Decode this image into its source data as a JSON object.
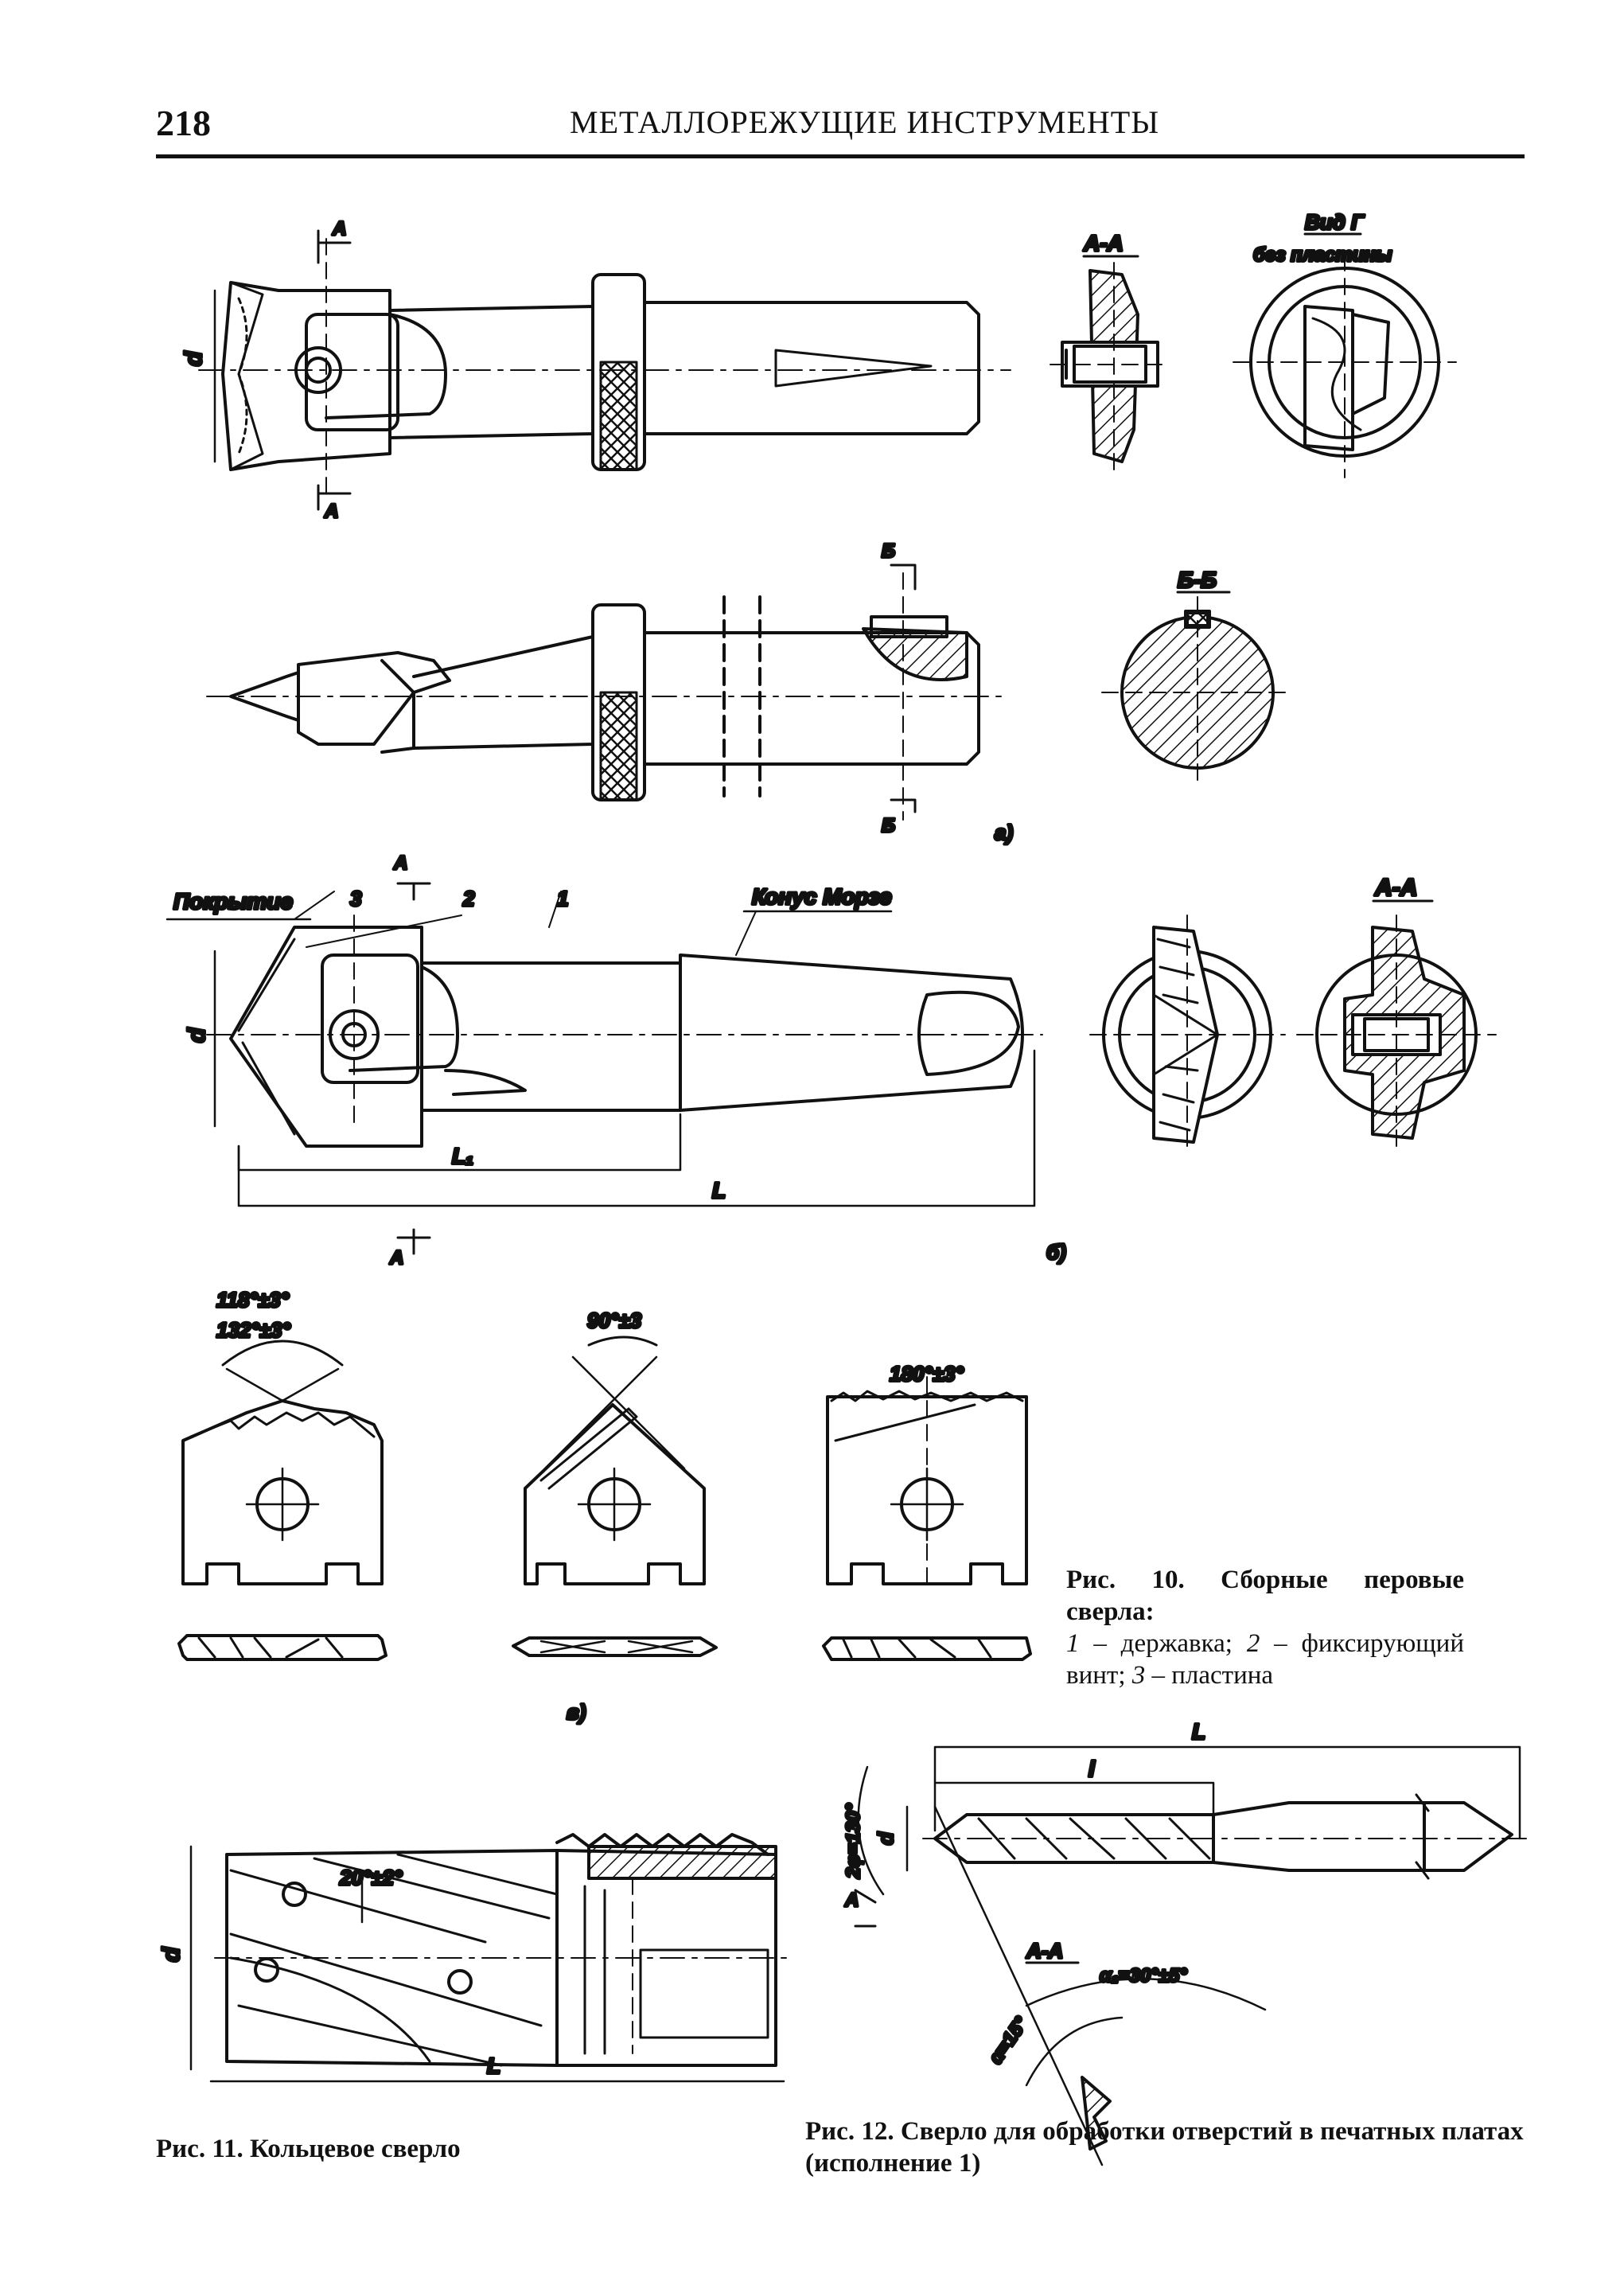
{
  "header": {
    "page_number": "218",
    "running_title": "МЕТАЛЛОРЕЖУЩИЕ ИНСТРУМЕНТЫ"
  },
  "figure10": {
    "view_a": {
      "section_AA": "А-А",
      "view_G": "Вид Г",
      "view_G_note": "без пластины",
      "cut_letter_A": "А",
      "dim_d": "d"
    },
    "view_a2": {
      "section_BB": "Б-Б",
      "cut_letter_B": "Б",
      "sub_label": "а)"
    },
    "view_b": {
      "coating": "Покрытие",
      "morse_taper": "Конус Морзе",
      "part_1": "1",
      "part_2": "2",
      "part_3": "3",
      "section_AA": "А-А",
      "cut_letter_A": "А",
      "dim_d": "d",
      "dim_L1": "L₁",
      "dim_L": "L",
      "sub_label": "б)"
    },
    "view_v": {
      "angle_1a": "118°±3°",
      "angle_1b": "132°±3°",
      "angle_2": "90°±3",
      "angle_3": "180°±3°",
      "sub_label": "в)"
    },
    "caption": {
      "title": "Рис. 10. Сборные перовые сверла:",
      "legend_n1": "1",
      "legend_t1": " – державка; ",
      "legend_n2": "2",
      "legend_t2": " – фиксирующий винт; ",
      "legend_n3": "3",
      "legend_t3": " – пластина"
    }
  },
  "figure11": {
    "angle": "20°±2°",
    "dim_d": "d",
    "dim_L": "L",
    "caption": "Рис. 11. Кольцевое сверло"
  },
  "figure12": {
    "dim_L": "L",
    "dim_l": "l",
    "dim_d": "d",
    "angle_2phi": "2φ=130°",
    "section_AA": "А-А",
    "angle_alpha1": "α₁=30°±5°",
    "angle_alpha": "α=15°",
    "cut_letter_A": "А",
    "caption": "Рис. 12. Сверло для обработки отверстий в печатных платах (исполнение 1)"
  }
}
